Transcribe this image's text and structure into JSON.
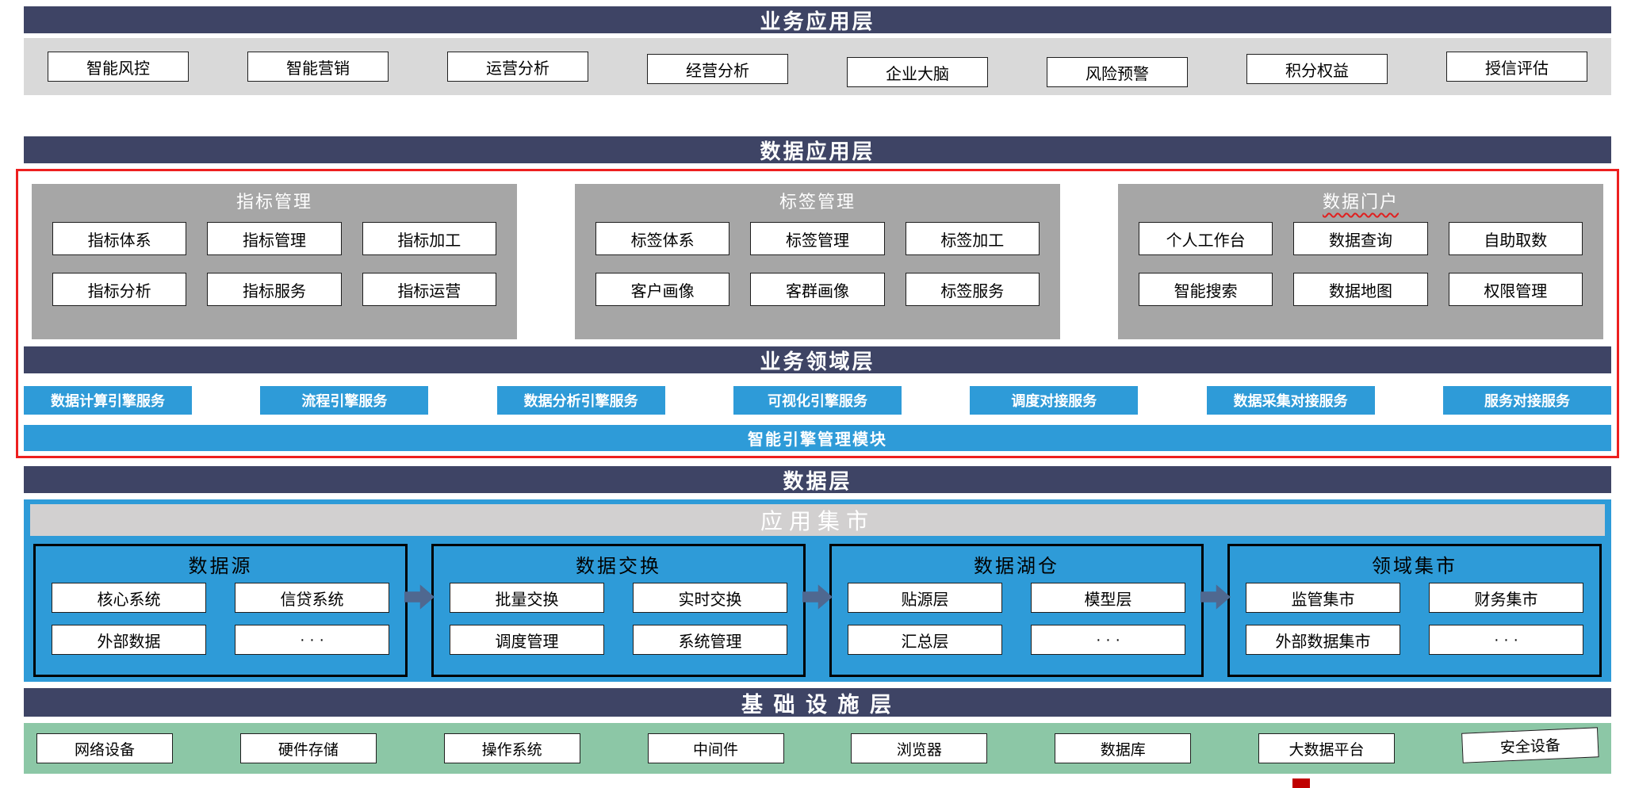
{
  "diagram": {
    "business_app": {
      "title": "业务应用层",
      "items": [
        "智能风控",
        "智能营销",
        "运营分析",
        "经营分析",
        "企业大脑",
        "风险预警",
        "积分权益",
        "授信评估"
      ]
    },
    "data_app": {
      "title": "数据应用层",
      "panels": [
        {
          "title": "指标管理",
          "items": [
            "指标体系",
            "指标管理",
            "指标加工",
            "指标分析",
            "指标服务",
            "指标运营"
          ]
        },
        {
          "title": "标签管理",
          "items": [
            "标签体系",
            "标签管理",
            "标签加工",
            "客户画像",
            "客群画像",
            "标签服务"
          ]
        },
        {
          "title": "数据门户",
          "items": [
            "个人工作台",
            "数据查询",
            "自助取数",
            "智能搜索",
            "数据地图",
            "权限管理"
          ]
        }
      ]
    },
    "business_domain": {
      "title": "业务领域层",
      "services": [
        "数据计算引擎服务",
        "流程引擎服务",
        "数据分析引擎服务",
        "可视化引擎服务",
        "调度对接服务",
        "数据采集对接服务",
        "服务对接服务"
      ],
      "engine_module": "智能引擎管理模块"
    },
    "data_layer": {
      "title": "数据层",
      "mart_title": "应用集市",
      "panels": [
        {
          "title": "数据源",
          "items": [
            "核心系统",
            "信贷系统",
            "外部数据",
            "· · ·"
          ]
        },
        {
          "title": "数据交换",
          "items": [
            "批量交换",
            "实时交换",
            "调度管理",
            "系统管理"
          ]
        },
        {
          "title": "数据湖仓",
          "items": [
            "贴源层",
            "模型层",
            "汇总层",
            "· · ·"
          ]
        },
        {
          "title": "领域集市",
          "items": [
            "监管集市",
            "财务集市",
            "外部数据集市",
            "· · ·"
          ]
        }
      ]
    },
    "infrastructure": {
      "title": "基 础 设 施 层",
      "items": [
        "网络设备",
        "硬件存储",
        "操作系统",
        "中间件",
        "浏览器",
        "数据库",
        "大数据平台",
        "安全设备"
      ]
    },
    "colors": {
      "header_navy": "#3E4465",
      "accent_blue": "#2E9BD8",
      "panel_gray": "#A6A6A6",
      "band_gray": "#D9D9D9",
      "infra_green": "#8CC7A6",
      "highlight_red": "#ED1F1F",
      "arrow_slate": "#4F6890"
    }
  }
}
